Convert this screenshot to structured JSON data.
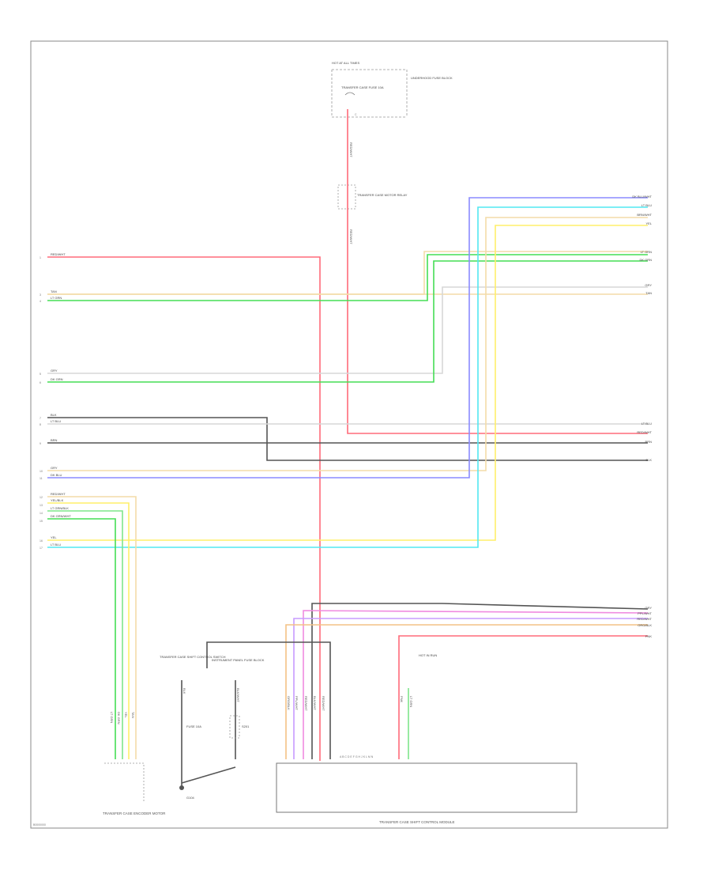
{
  "figure_id": "B0000000",
  "colors": {
    "red": "#ff6b7a",
    "pink": "#ff9aa8",
    "green": "#45dd55",
    "lightgreen": "#7ee58a",
    "yellow": "#ffef6a",
    "tan": "#f3dca8",
    "orange": "#f4c285",
    "cyan": "#52e8f2",
    "blue": "#8b8bff",
    "violet": "#c79bff",
    "magenta": "#f08be0",
    "gray": "#9a9a9a",
    "darkgray": "#555555",
    "lightgray": "#d7d7d7",
    "black": "#333333"
  },
  "components": {
    "hot_at_all_times": "HOT AT ALL TIMES",
    "fuse_note": "TRANSFER CASE FUSE 10A",
    "fuse_block_note": "UNDERHOOD FUSE BLOCK",
    "relay_label": "TRANSFER CASE MOTOR RELAY",
    "ground_label": "G104",
    "transfer_case_sensor": "TRANSFER CASE ENCODER MOTOR",
    "control_module": "TRANSFER CASE SHIFT CONTROL MODULE",
    "connector_left": "TRANSFER CASE SHIFT CONTROL SWITCH",
    "connector_mid": "INSTRUMENT PANEL FUSE BLOCK",
    "fuse_bottom": "FUSE 10A",
    "ign_note": "HOT IN RUN",
    "splice_label": "S201",
    "pin_letters": "A B C D E F G H J K L M N"
  },
  "wire_labels": {
    "left": [
      "RED/WHT",
      "TAN",
      "LT GRN",
      "GRY",
      "DK GRN",
      "BLK",
      "LT BLU",
      "BRN",
      "GRY",
      "DK BLU",
      "RED/WHT",
      "YEL/BLK",
      "LT GRN/BLK",
      "DK GRN/WHT",
      "YEL",
      "LT BLU"
    ],
    "right": [
      "DK BLU/WHT",
      "LT BLU",
      "BRN/WHT",
      "YEL",
      "LT GRN",
      "DK GRN",
      "GRY",
      "TAN",
      "LT BLU",
      "RED/WHT",
      "BRN",
      "BLK",
      "GRY",
      "PPL/WHT",
      "RED/WHT",
      "ORG/BLK",
      "PNK"
    ],
    "bottom": [
      "ORG/BLK",
      "PPL/WHT",
      "RED/WHT",
      "BLK/WHT",
      "DK GRN",
      "BLK",
      "RED/WHT",
      "PNK",
      "LT GRN",
      "YEL",
      "TAN",
      "DK BLU"
    ]
  }
}
